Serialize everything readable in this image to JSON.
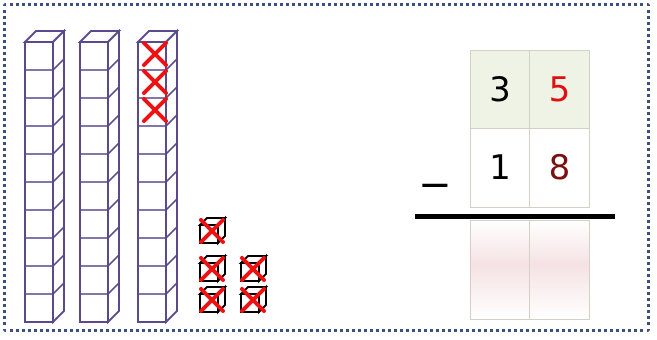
{
  "problem": {
    "operator": "−",
    "top_number": {
      "tens": "3",
      "ones": "5"
    },
    "bottom_number": {
      "tens": "1",
      "ones": "8"
    },
    "answer": {
      "tens": "",
      "ones": ""
    }
  },
  "colors": {
    "frame_border": "#3b4f80",
    "block_outline": "#5a4a8c",
    "cross": "#ee1111",
    "ones_digit_top": "#e01010",
    "ones_digit_bottom": "#7a1010",
    "tens_digit": "#000000"
  },
  "base_ten_blocks": {
    "rods": 3,
    "units_per_rod": 10,
    "crossed_units_in_third_rod": 3,
    "loose_units": 5,
    "crossed_loose_units": 5
  }
}
